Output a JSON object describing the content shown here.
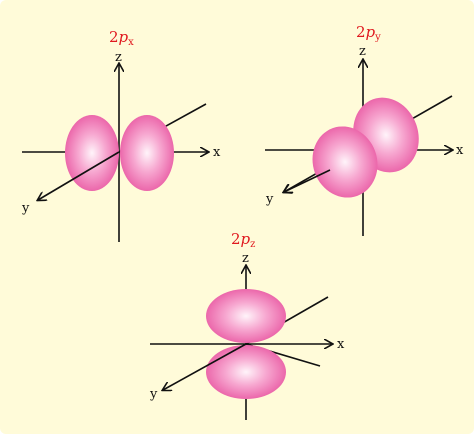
{
  "colors": {
    "background": "#fffbd9",
    "lobe_center": "#fff4fa",
    "lobe_mid": "#f7a9d1",
    "lobe_edge": "#e95aa3",
    "title": "#e0191f",
    "axis": "#111111"
  },
  "orbitals": [
    {
      "name": "2px",
      "title": {
        "prefix": "2",
        "var": "p",
        "sub": "x"
      },
      "axis_labels": {
        "z": "z",
        "x": "x",
        "y": "y"
      }
    },
    {
      "name": "2py",
      "title": {
        "prefix": "2",
        "var": "p",
        "sub": "y"
      },
      "axis_labels": {
        "z": "z",
        "x": "x",
        "y": "y"
      }
    },
    {
      "name": "2pz",
      "title": {
        "prefix": "2",
        "var": "p",
        "sub": "z"
      },
      "axis_labels": {
        "z": "z",
        "x": "x",
        "y": "y"
      }
    }
  ]
}
